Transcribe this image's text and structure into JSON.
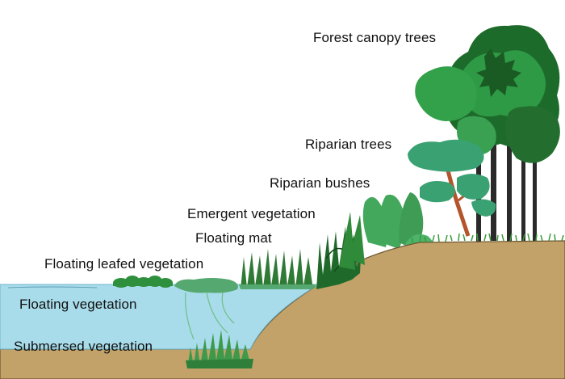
{
  "labels": {
    "forest_canopy_trees": "Forest canopy trees",
    "riparian_trees": "Riparian trees",
    "riparian_bushes": "Riparian bushes",
    "emergent_vegetation": "Emergent vegetation",
    "floating_mat": "Floating mat",
    "floating_leafed_vegetation": "Floating leafed vegetation",
    "floating_vegetation": "Floating vegetation",
    "submersed_vegetation": "Submersed vegetation"
  },
  "colors": {
    "water": "#a8dcea",
    "water_edge": "#6fb6cc",
    "ground": "#c2a269",
    "ground_edge": "#6b5530",
    "canopy_dark": "#1d6b2a",
    "canopy_mid": "#2f9a45",
    "canopy_light": "#4fb06a",
    "riparian_teal": "#3aa173",
    "bush": "#43a85c",
    "emergent": "#2f7a35",
    "floating_mat": "#55a86f",
    "floating_leaf": "#2e8f3c",
    "submersed": "#3d9a4b",
    "trunk_red": "#b4542b",
    "trunk_dark": "#2a2a2a"
  }
}
